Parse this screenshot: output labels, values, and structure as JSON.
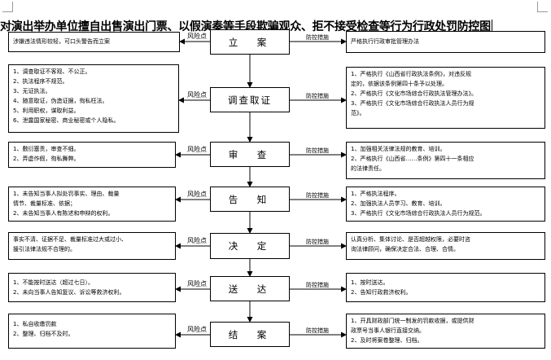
{
  "title": "对演出举办单位擅自出售演出门票、以假演奏等手段欺骗观众、拒不接受检查等行为行政处罚防控图",
  "risk_label": "风险点",
  "measure_label": "防控措施",
  "steps": [
    "立　案",
    "调查取证",
    "审　查",
    "告　知",
    "决　定",
    "送　达",
    "结　案"
  ],
  "risks": [
    [
      "涉嫌违法情形较轻，可口头警告而立案"
    ],
    [
      "1、调查取证不客观、不公正。",
      "2、执法程序不规范。",
      "3、无证执法。",
      "4、随意取证，伪造证据，徇私枉法。",
      "5、利用职权，谋取利益。",
      "6、泄露国家秘密、商业秘密或个人隐私。"
    ],
    [
      "1、敷衍塞责，审查不细。",
      "2、弄虚作假，徇私舞弊。"
    ],
    [
      "1、未告知当事人拟处罚事实、理由、裁量",
      "情节、裁量标准、依据；",
      "2、未告知当事人有陈述和申辩的权利。"
    ],
    [
      "事实不清、证据不足、裁量标准过大或过小、",
      "援引法律法规不合理的。"
    ],
    [
      "1、不能按时送达（超过七日）。",
      "2、未向当事人告知复议、诉讼等救济权利。"
    ],
    [
      "1、私自收缴罚款",
      "2、整理、归档不及时。"
    ]
  ],
  "measures": [
    [
      "严格执行行政审批管理办法"
    ],
    [
      "1、严格执行《山西省行政执法条例》，对违反规",
      "定的，依据该条例第四十条予以处理。",
      "2、严格执行《文化市场综合行政执法管理办法》。",
      "3、严格执行《文化市场综合行政执法人员行为规",
      "范》。"
    ],
    [
      "1、加强相关法律法规的教育、培训。",
      "2、严格执行《山西省……条例》第四十一条相应",
      "的法律责任。"
    ],
    [
      "1、严格执法程序。",
      "2、加强执法人员学习、教育、培训。",
      "3、严格执行《文化市场综合行政执法人员行为规范。"
    ],
    [
      "认真分析、集体讨论、是否超越权限，必要时咨",
      "询法律顾问，确保决定合法、合理、合情。"
    ],
    [
      "1、按时送达。",
      "2、告知行政救济权利。"
    ],
    [
      "1、开具财政部门统一制发的罚款收据，或提供财",
      "政票号当事人银行直接交纳。",
      "2、及时将案卷整理、归档。"
    ]
  ]
}
